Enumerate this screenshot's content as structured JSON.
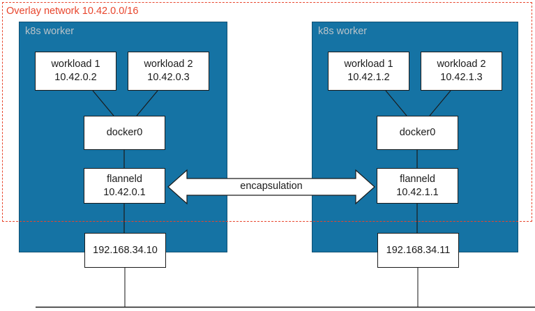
{
  "diagram": {
    "overlay": {
      "label": "Overlay network 10.42.0.0/16",
      "color": "#e8452c"
    },
    "worker_color": "#1573a4",
    "worker_label_color": "#b9c3c9",
    "workers": [
      {
        "label": "k8s worker",
        "workloads": [
          {
            "name": "workload 1",
            "ip": "10.42.0.2"
          },
          {
            "name": "workload 2",
            "ip": "10.42.0.3"
          }
        ],
        "bridge": {
          "name": "docker0"
        },
        "flannel": {
          "name": "flanneld",
          "ip": "10.42.0.1"
        },
        "host": {
          "ip": "192.168.34.10"
        }
      },
      {
        "label": "k8s worker",
        "workloads": [
          {
            "name": "workload 1",
            "ip": "10.42.1.2"
          },
          {
            "name": "workload 2",
            "ip": "10.42.1.3"
          }
        ],
        "bridge": {
          "name": "docker0"
        },
        "flannel": {
          "name": "flanneld",
          "ip": "10.42.1.1"
        },
        "host": {
          "ip": "192.168.34.11"
        }
      }
    ],
    "link": {
      "label": "encapsulation"
    }
  }
}
